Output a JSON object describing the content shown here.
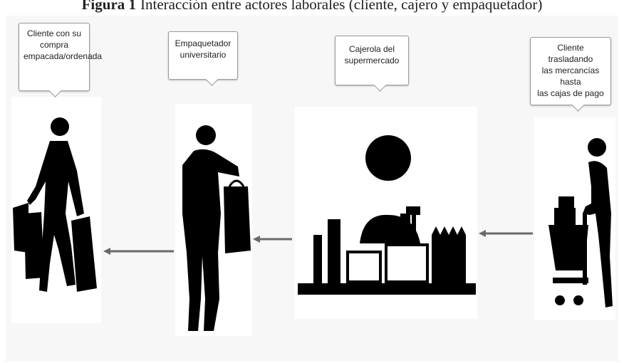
{
  "caption": {
    "label": "Figura 1",
    "text": "Interacción entre actores laborales (cliente, cajero y empaquetador)"
  },
  "actors": [
    {
      "id": "customer-packed",
      "lines": [
        "Cliente con su",
        "compra",
        "empacada/ordenada"
      ]
    },
    {
      "id": "packer",
      "lines": [
        "Empaquetador",
        "universitario"
      ]
    },
    {
      "id": "cashier",
      "lines": [
        "Cajerola del",
        "supermercado"
      ]
    },
    {
      "id": "customer-cart",
      "lines": [
        "Cliente trasladando",
        "las mercancías hasta",
        "las cajas de pago"
      ]
    }
  ],
  "flow_direction": "right-to-left",
  "colors": {
    "figure": "#000000",
    "arrow": "#6a6a6a",
    "card": "#ffffff",
    "background": "#f7f7f7"
  }
}
